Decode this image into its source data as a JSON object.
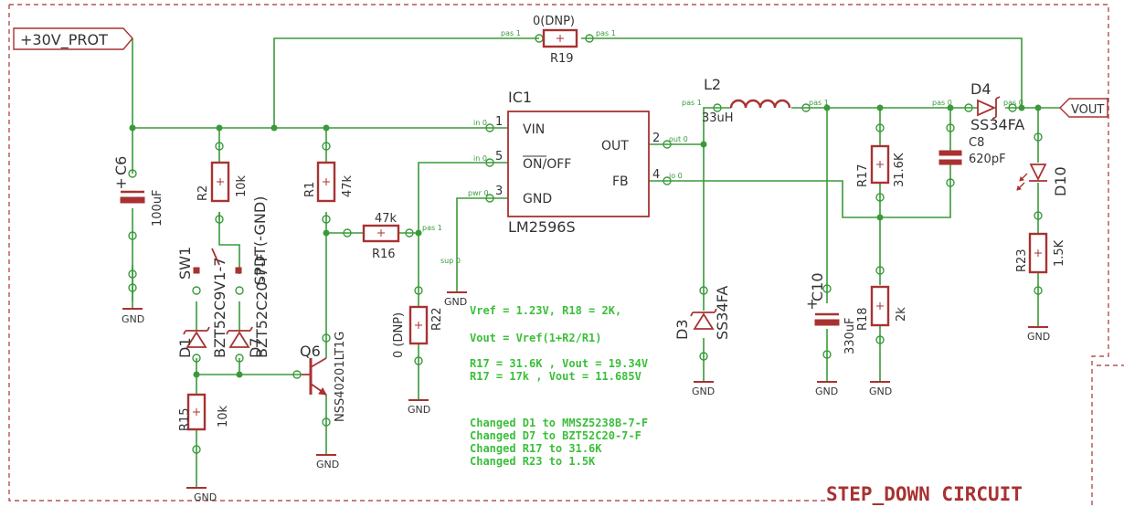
{
  "title_block": "STEP_DOWN CIRCUIT",
  "net_labels": {
    "input": "+30V_PROT",
    "output": "VOUT"
  },
  "ic": {
    "ref": "IC1",
    "part": "LM2596S",
    "pins": [
      {
        "num": "1",
        "name": "VIN"
      },
      {
        "num": "5",
        "name": "ON/OFF"
      },
      {
        "num": "3",
        "name": "GND"
      },
      {
        "num": "2",
        "name": "OUT"
      },
      {
        "num": "4",
        "name": "FB"
      }
    ]
  },
  "components": {
    "R19": {
      "ref": "R19",
      "value": "0(DNP)"
    },
    "C6": {
      "ref": "C6",
      "value": "100uF"
    },
    "R2": {
      "ref": "R2",
      "value": "10k"
    },
    "R1": {
      "ref": "R1",
      "value": "47k"
    },
    "R16": {
      "ref": "R16",
      "value": "47k"
    },
    "R22": {
      "ref": "R22",
      "value": "0 (DNP)"
    },
    "SW1": {
      "ref": "SW1",
      "value": "SPDT(-GND)"
    },
    "D1": {
      "ref": "D1",
      "value": "BZT52C9V1-7"
    },
    "D7": {
      "ref": "D7",
      "value": "BZT52C20-7-F"
    },
    "Q6": {
      "ref": "Q6",
      "value": "NSS40201LT1G"
    },
    "R15": {
      "ref": "R15",
      "value": "10k"
    },
    "L2": {
      "ref": "L2",
      "value": "33uH"
    },
    "D3": {
      "ref": "D3",
      "value": "SS34FA"
    },
    "C10": {
      "ref": "C10",
      "value": "330uF"
    },
    "R17": {
      "ref": "R17",
      "value": "31.6K"
    },
    "R18": {
      "ref": "R18",
      "value": "2k"
    },
    "C8": {
      "ref": "C8",
      "value": "620pF"
    },
    "D4": {
      "ref": "D4",
      "value": "SS34FA"
    },
    "D10": {
      "ref": "D10",
      "value": ""
    },
    "R23": {
      "ref": "R23",
      "value": "1.5K"
    }
  },
  "gnd_label": "GND",
  "pin_labels": {
    "pas1": "pas 1",
    "pas0": "pas 0",
    "in0": "in 0",
    "out0": "out 0",
    "io0": "io 0",
    "pwr0": "pwr 0",
    "sup0": "sup 0"
  },
  "notes": [
    "Vref = 1.23V, R18 = 2K,",
    "Vout = Vref(1+R2/R1)",
    "R17 = 31.6K , Vout = 19.34V",
    "R17 = 17k , Vout = 11.685V",
    "Changed D1 to MMSZ5238B-7-F",
    "Changed D7 to BZT52C20-7-F",
    "Changed R17 to 31.6K",
    "Changed R23 to 1.5K"
  ],
  "colors": {
    "wire": "#3a9a3a",
    "component": "#a83232",
    "note": "#3abf3a",
    "text": "#333333"
  }
}
